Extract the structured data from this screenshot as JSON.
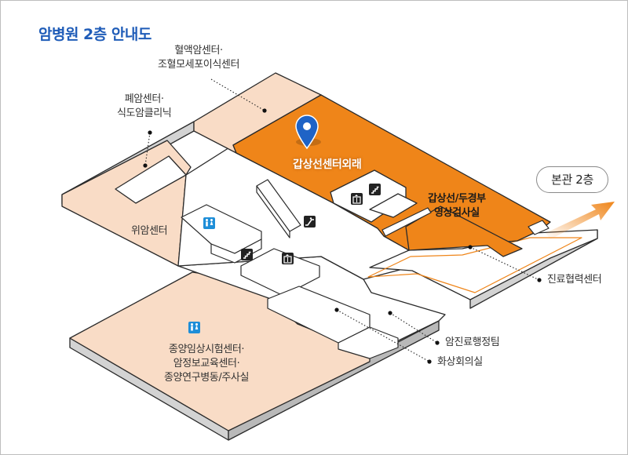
{
  "title": "암병원 2층 안내도",
  "building_link": {
    "label": "본관 2층"
  },
  "areas": {
    "main": "갑상선센터외래",
    "thyroid_imaging_line1": "갑상선/두경부",
    "thyroid_imaging_line2": "영상검사실",
    "hematologic_line1": "혈액암센터·",
    "hematologic_line2": "조혈모세포이식센터",
    "lung_line1": "폐암센터·",
    "lung_line2": "식도암클리닉",
    "stomach": "위암센터",
    "clinical_line1": "종양임상시험센터·",
    "clinical_line2": "암정보교육센터·",
    "clinical_line3": "종양연구병동/주사실",
    "cooperation": "진료협력센터",
    "cancer_admin": "암진료행정팀",
    "video_conf": "화상회의실"
  },
  "colors": {
    "accent": "#ef8519",
    "pale_orange": "#f9dcc6",
    "title_blue": "#1f5cb8",
    "pin_blue": "#1f63c6",
    "restroom": "#1e8ed8"
  }
}
